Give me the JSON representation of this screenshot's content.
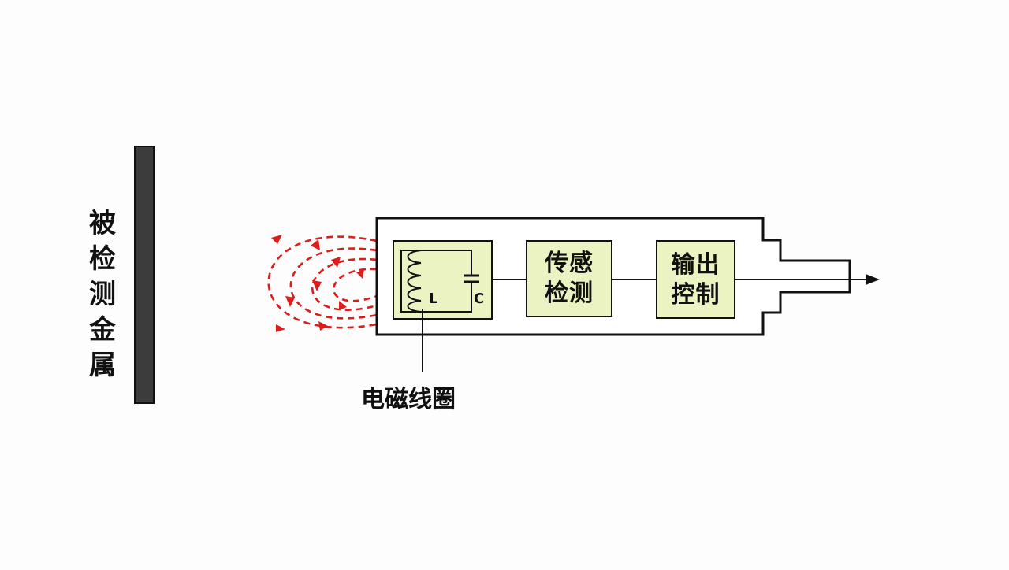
{
  "metal": {
    "label_chars": [
      "被",
      "检",
      "测",
      "金",
      "属"
    ]
  },
  "sensor": {
    "coil_label": "电磁线圈",
    "inductor_letter": "L",
    "capacitor_letter": "C",
    "blocks": [
      {
        "id": "detect",
        "lines": [
          "传感",
          "检测"
        ]
      },
      {
        "id": "output",
        "lines": [
          "输出",
          "控制"
        ]
      }
    ]
  },
  "colors": {
    "outline": "#111111",
    "block_fill": "#ecf3c3",
    "field_lines": "#dd1c1c",
    "metal_plate": "#3c3c3c"
  }
}
